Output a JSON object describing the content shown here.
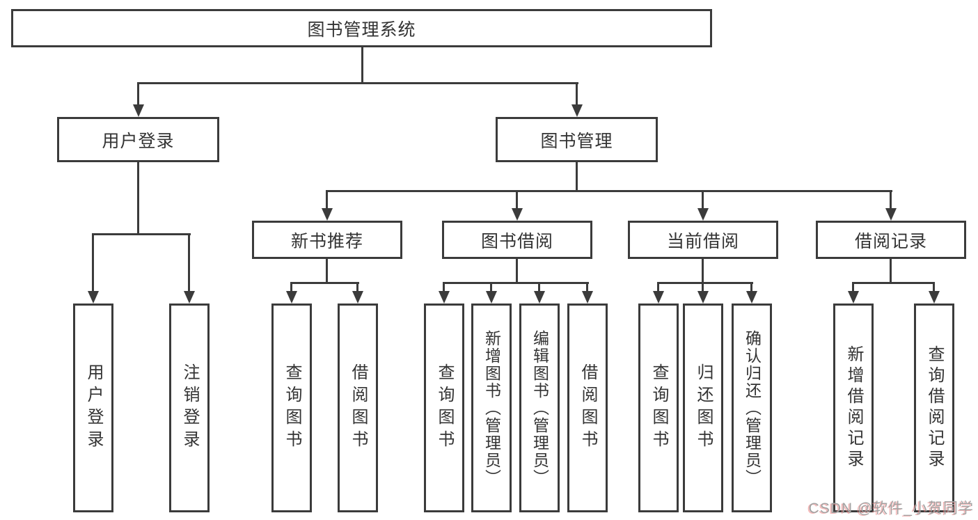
{
  "diagram": {
    "title_node": {
      "label": "图书管理系统"
    },
    "level2": [
      {
        "id": "user-login",
        "label": "用户登录",
        "parent": "图书管理系统"
      },
      {
        "id": "book-management",
        "label": "图书管理",
        "parent": "图书管理系统"
      }
    ],
    "level3": [
      {
        "id": "new-book-recommend",
        "label": "新书推荐",
        "parent": "图书管理"
      },
      {
        "id": "book-borrowing",
        "label": "图书借阅",
        "parent": "图书管理"
      },
      {
        "id": "current-borrowing",
        "label": "当前借阅",
        "parent": "图书管理"
      },
      {
        "id": "borrowing-records",
        "label": "借阅记录",
        "parent": "图书管理"
      }
    ],
    "leaves": [
      {
        "id": "user-login-leaf",
        "label": "用户登录",
        "parent": "用户登录"
      },
      {
        "id": "logout-leaf",
        "label": "注销登录",
        "parent": "用户登录"
      },
      {
        "id": "query-books-rec",
        "label": "查询图书",
        "parent": "新书推荐"
      },
      {
        "id": "borrow-books-rec",
        "label": "借阅图书",
        "parent": "新书推荐"
      },
      {
        "id": "query-books-borrow",
        "label": "查询图书",
        "parent": "图书借阅"
      },
      {
        "id": "add-books-admin",
        "label": "新增图书（管理员）",
        "parent": "图书借阅"
      },
      {
        "id": "edit-books-admin",
        "label": "编辑图书（管理员）",
        "parent": "图书借阅"
      },
      {
        "id": "borrow-books-borrow",
        "label": "借阅图书",
        "parent": "图书借阅"
      },
      {
        "id": "query-books-current",
        "label": "查询图书",
        "parent": "当前借阅"
      },
      {
        "id": "return-books",
        "label": "归还图书",
        "parent": "当前借阅"
      },
      {
        "id": "confirm-return-admin",
        "label": "确认归还（管理员）",
        "parent": "当前借阅"
      },
      {
        "id": "add-borrow-record",
        "label": "新增借阅记录",
        "parent": "借阅记录"
      },
      {
        "id": "query-borrow-record",
        "label": "查询借阅记录",
        "parent": "借阅记录"
      }
    ],
    "colors": {
      "line": "#3b3b3b",
      "text": "#333333",
      "background": "#ffffff",
      "watermark_gray": "#a3a3a3",
      "watermark_red": "#ec8080"
    }
  },
  "watermark": {
    "text": "CSDN @软件_小贺同学"
  }
}
